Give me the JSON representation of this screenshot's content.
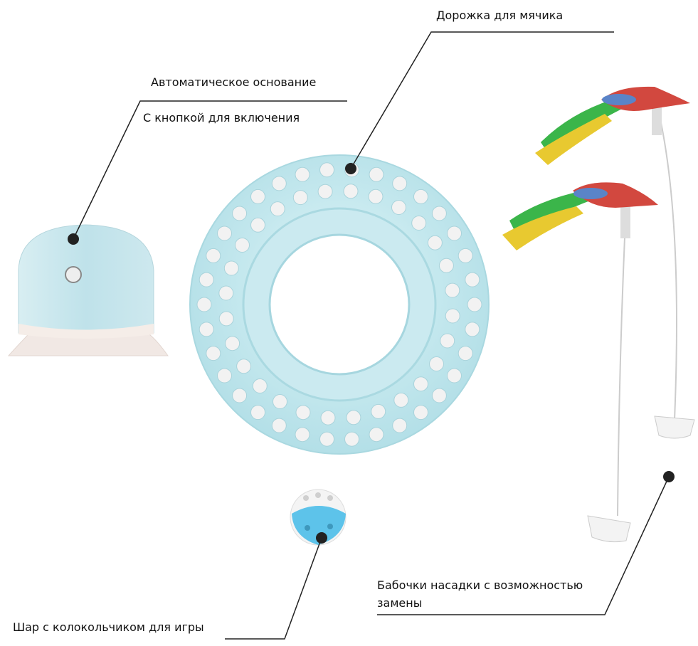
{
  "labels": {
    "base_line1": "Автоматическое основание",
    "base_line2": "С кнопкой для включения",
    "track": "Дорожка для мячика",
    "ball": "Шар с колокольчиком для игры",
    "butterflies_line1": "Бабочки насадки с возможностью",
    "butterflies_line2": "замены"
  },
  "colors": {
    "track": "#bfe6ec",
    "track_light": "#dff3f5",
    "base_blue": "#cde9ee",
    "base_white": "#f4ebe6",
    "ball_blue": "#5dc3ea",
    "leader": "#222222",
    "wing_red": "#d2483f",
    "ribbon_green": "#3bb54a",
    "ribbon_yellow": "#e8c930"
  }
}
